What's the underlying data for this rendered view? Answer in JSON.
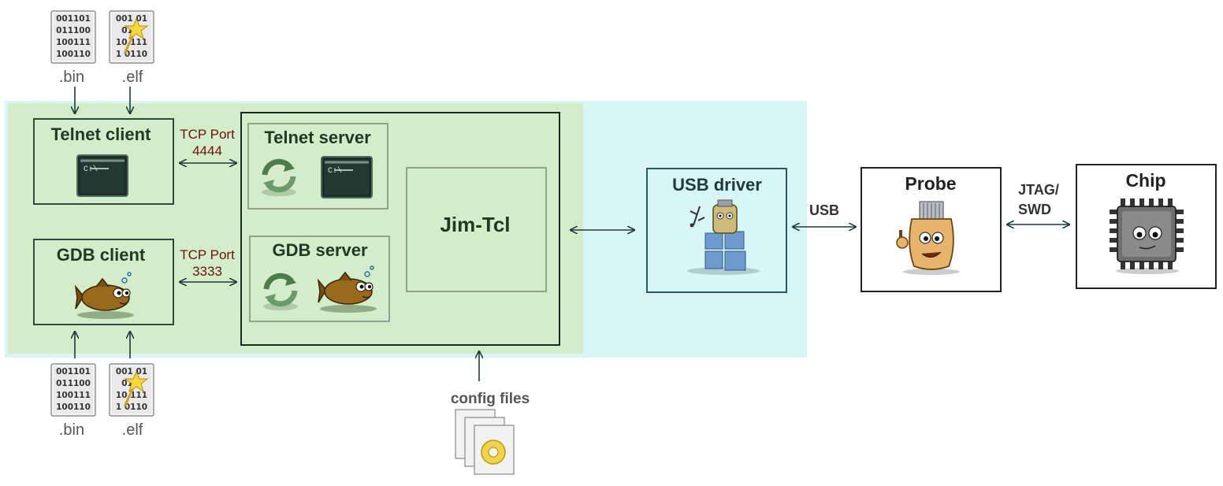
{
  "colors": {
    "cyan_region": "#d9f6f6",
    "green_region": "#d3ecc9",
    "box_border": "#2c4a38",
    "title_green": "#1e3a22",
    "tcp_red": "#6b1212",
    "arrow_dark": "#1f3a3a",
    "gray_label": "#555555"
  },
  "files_top": {
    "bin_label": ".bin",
    "elf_label": ".elf",
    "bin_lines": [
      "001101",
      "011100",
      "100111",
      "100110"
    ],
    "elf_lines": [
      "001 01",
      "01   0",
      "10 111",
      "1 0110"
    ]
  },
  "files_bottom": {
    "bin_label": ".bin",
    "elf_label": ".elf",
    "bin_lines": [
      "001101",
      "011100",
      "100111",
      "100110"
    ],
    "elf_lines": [
      "001 01",
      "01   0",
      "10 111",
      "1 0110"
    ]
  },
  "telnet_client": {
    "title": "Telnet client",
    "icon": "terminal-icon"
  },
  "gdb_client": {
    "title": "GDB client",
    "icon": "gdb-fish-icon"
  },
  "tcp_telnet": {
    "line1": "TCP Port",
    "line2": "4444"
  },
  "tcp_gdb": {
    "line1": "TCP Port",
    "line2": "3333"
  },
  "telnet_server": {
    "title": "Telnet server",
    "icons": [
      "refresh-icon",
      "terminal-icon"
    ]
  },
  "gdb_server": {
    "title": "GDB server",
    "icons": [
      "refresh-icon",
      "gdb-fish-icon"
    ]
  },
  "jim_tcl": {
    "title": "Jim-Tcl"
  },
  "config": {
    "label": "config files",
    "icon": "cfg-files-icon"
  },
  "usb_driver": {
    "title": "USB driver",
    "icon": "usb-windows-mascot-icon"
  },
  "usb_link": {
    "label": "USB"
  },
  "probe": {
    "title": "Probe",
    "icon": "probe-mascot-icon"
  },
  "jtag_link": {
    "line1": "JTAG/",
    "line2": "SWD"
  },
  "chip": {
    "title": "Chip",
    "icon": "chip-mascot-icon"
  }
}
